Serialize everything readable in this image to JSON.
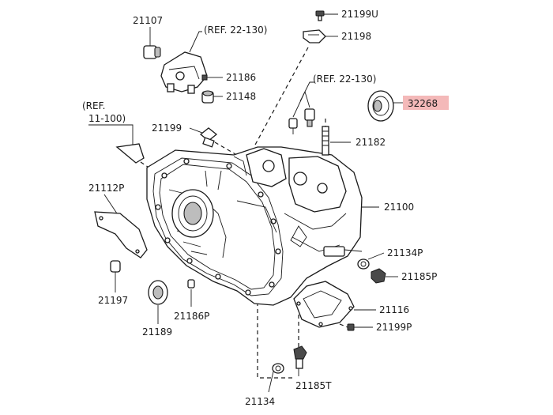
{
  "labels": {
    "p21107": "21107",
    "ref22_130_a": "(REF. 22-130)",
    "p21199U": "21199U",
    "p21198": "21198",
    "p21186": "21186",
    "p21148": "21148",
    "ref22_130_b": "(REF. 22-130)",
    "p32268": "32268",
    "ref11_100_a": "(REF.",
    "ref11_100_b": "11-100)",
    "p21199": "21199",
    "p21182": "21182",
    "p21112P": "21112P",
    "p21100": "21100",
    "p21134P": "21134P",
    "p21185P": "21185P",
    "p21197": "21197",
    "p21189": "21189",
    "p21186P": "21186P",
    "p21116": "21116",
    "p21199P": "21199P",
    "p21185T": "21185T",
    "p21134": "21134"
  },
  "highlight": {
    "part": "32268",
    "color": "#f4b9b9"
  }
}
